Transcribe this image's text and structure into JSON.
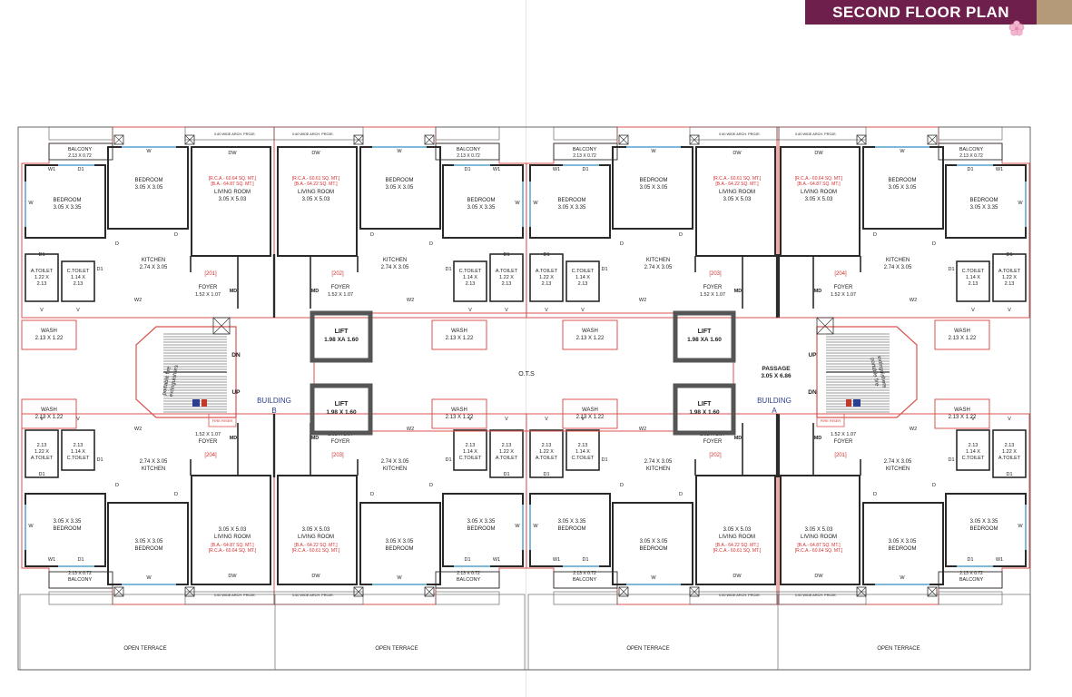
{
  "header": {
    "title": "SECOND FLOOR PLAN"
  },
  "colors": {
    "banner": "#6e1f4b",
    "banner_accent": "#b59a7a",
    "wall": "#2a2a2a",
    "outline": "#d9534f",
    "window": "#7fb8d8",
    "area_text": "#d32f2f",
    "building_label": "#2c3e8f"
  },
  "labels": {
    "balcony": "BALCONY",
    "balcony_dim": "2.13 X 0.72",
    "bedroom": "BEDROOM",
    "bedroom_small_dim": "3.05 X 3.05",
    "bedroom_large_dim": "3.05 X 3.35",
    "living": "LIVING ROOM",
    "living_dim": "3.05 X 5.03",
    "kitchen": "KITCHEN",
    "kitchen_dim": "2.74 X 3.05",
    "foyer": "FOYER",
    "foyer_dim": "1.52 X 1.07",
    "wash": "WASH",
    "wash_dim": "2.13 X 1.22",
    "atoilet": "A.TOILET",
    "atoilet_dim1": "1.22 X",
    "atoilet_dim2": "2.13",
    "ctoilet": "C.TOILET",
    "ctoilet_dim1": "1.14 X",
    "ctoilet_dim2": "2.13",
    "arch": "0.60 WIDE ARCH. PROJE.",
    "lift": "LIFT",
    "lift_dim": "1.98 XA 1.60",
    "lift_dim_b": "1.98 X 1.60",
    "ots": "O.T.S",
    "passage": "PASSAGE",
    "passage_dim": "3.05 X 6.86",
    "building_b": "BUILDING",
    "building_b2": "B",
    "building_a": "BUILDING",
    "building_a2": "A",
    "open_terrace": "OPEN TERRACE",
    "dn": "DN",
    "up": "UP",
    "md": "MD",
    "fire1": "portable fire",
    "fire2": "extinguishers",
    "fire_riser": "FIRE RISER",
    "dw": "DW",
    "w": "W",
    "w1": "W1",
    "w2": "W2",
    "d": "D",
    "d1": "D1",
    "v": "V"
  },
  "units": [
    {
      "no": "[201]",
      "rca": "[R.C.A.- 60.64 SQ. MT.]",
      "ba": "[B.A.- 64.87 SQ. MT.]"
    },
    {
      "no": "[202]",
      "rca": "[R.C.A.- 60.61 SQ. MT.]",
      "ba": "[B.A.- 64.22 SQ. MT.]"
    },
    {
      "no": "[203]",
      "rca": "[R.C.A.- 60.61 SQ. MT.]",
      "ba": "[B.A.- 64.22 SQ. MT.]"
    },
    {
      "no": "[204]",
      "rca": "[R.C.A.- 60.64 SQ. MT.]",
      "ba": "[B.A.- 64.87 SQ. MT.]"
    },
    {
      "no": "[204]",
      "rca": "[R.C.A.- 60.64 SQ. MT.]",
      "ba": "[B.A.- 64.87 SQ. MT.]"
    },
    {
      "no": "[203]",
      "rca": "[R.C.A.- 60.61 SQ. MT.]",
      "ba": "[B.A.- 64.22 SQ. MT.]"
    },
    {
      "no": "[202]",
      "rca": "[R.C.A.- 60.61 SQ. MT.]",
      "ba": "[B.A.- 64.22 SQ. MT.]"
    },
    {
      "no": "[201]",
      "rca": "[R.C.A.- 60.64 SQ. MT.]",
      "ba": "[B.A.- 64.87 SQ. MT.]"
    }
  ]
}
